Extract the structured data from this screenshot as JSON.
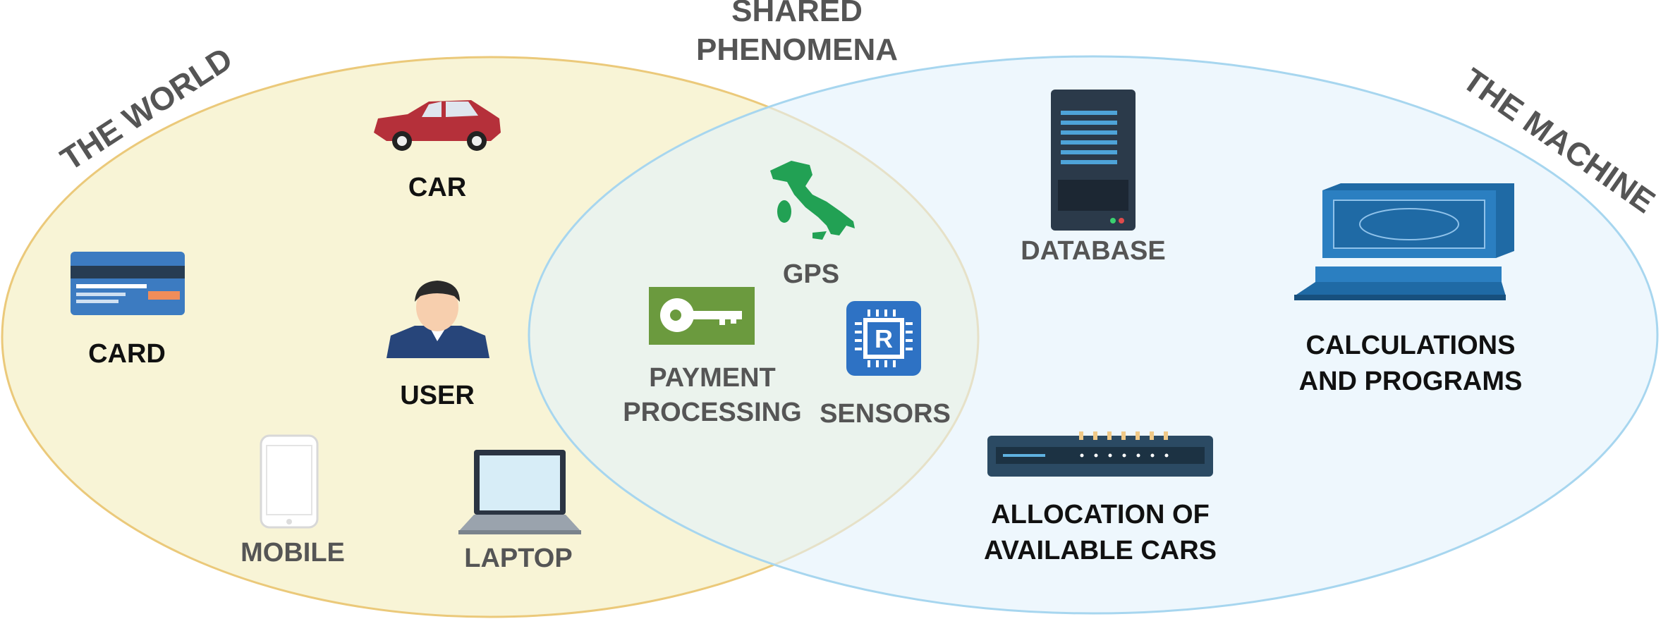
{
  "regions": {
    "shared_title": "SHARED\nPHENOMENA",
    "world_title": "THE WORLD",
    "machine_title": "THE MACHINE"
  },
  "world": {
    "car": "CAR",
    "card": "CARD",
    "user": "USER",
    "mobile": "MOBILE",
    "laptop": "LAPTOP"
  },
  "shared": {
    "gps": "GPS",
    "payment": "PAYMENT PROCESSING",
    "sensors": "SENSORS"
  },
  "machine": {
    "database": "DATABASE",
    "calculations": "CALCULATIONS AND PROGRAMS",
    "allocation": "ALLOCATION OF AVAILABLE CARS"
  },
  "icons": {
    "car": "car-icon",
    "card": "credit-card-icon",
    "user": "user-icon",
    "mobile": "mobile-phone-icon",
    "laptop": "laptop-icon",
    "gps": "italy-map-icon",
    "payment": "key-icon",
    "sensors": "chip-icon",
    "database": "server-icon",
    "calculations": "computer-icon",
    "allocation": "router-icon"
  },
  "colors": {
    "world_fill": "#f7f2cf",
    "world_stroke": "#ebc97a",
    "machine_fill": "#e6f4fb",
    "machine_stroke": "#a7d6ef",
    "label_dark": "#111111",
    "label_grey": "#555555"
  }
}
